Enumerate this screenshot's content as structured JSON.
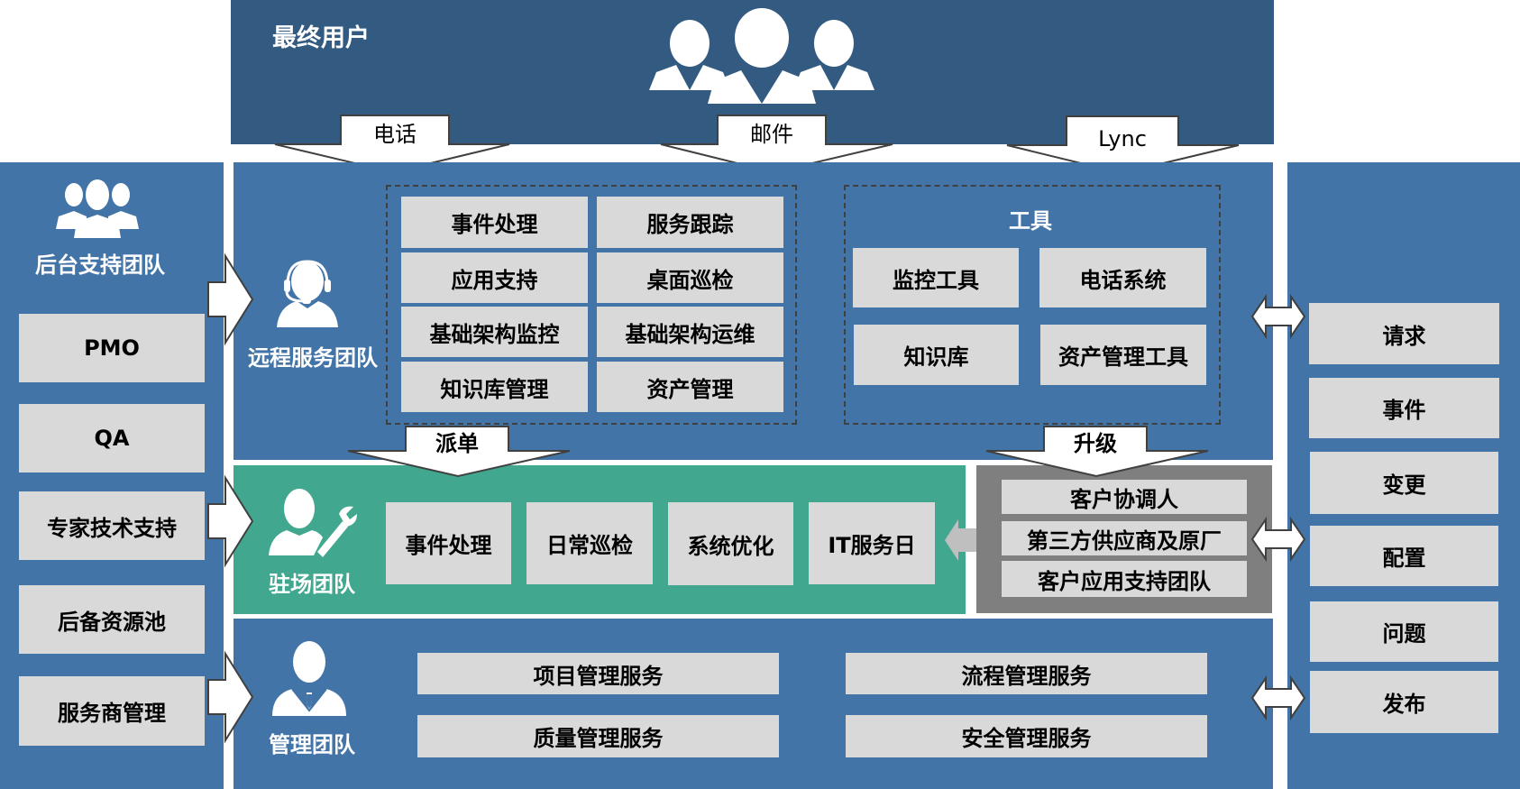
{
  "end_users": {
    "title": "最终用户",
    "icon": "users-group-icon"
  },
  "channels": [
    {
      "label": "电话"
    },
    {
      "label": "邮件"
    },
    {
      "label": "Lync"
    }
  ],
  "backend_team": {
    "title": "后台支持团队",
    "icon": "team-icon",
    "items": [
      "PMO",
      "QA",
      "专家技术支持",
      "后备资源池",
      "服务商管理"
    ]
  },
  "remote_team": {
    "title": "远程服务团队",
    "icon": "headset-agent-icon",
    "services": [
      "事件处理",
      "服务跟踪",
      "应用支持",
      "桌面巡检",
      "基础架构监控",
      "基础架构运维",
      "知识库管理",
      "资产管理"
    ],
    "tools": {
      "title": "工具",
      "items": [
        "监控工具",
        "电话系统",
        "知识库",
        "资产管理工具"
      ]
    },
    "dispatch_label": "派单",
    "escalate_label": "升级"
  },
  "onsite_team": {
    "title": "驻场团队",
    "icon": "engineer-wrench-icon",
    "services": [
      "事件处理",
      "日常巡检",
      "系统优化",
      "IT服务日"
    ]
  },
  "customer_parties": [
    "客户协调人",
    "第三方供应商及原厂",
    "客户应用支持团队"
  ],
  "management_team": {
    "title": "管理团队",
    "icon": "manager-icon",
    "services": [
      "项目管理服务",
      "流程管理服务",
      "质量管理服务",
      "安全管理服务"
    ]
  },
  "processes": [
    "请求",
    "事件",
    "变更",
    "配置",
    "问题",
    "发布"
  ],
  "colors": {
    "dark_blue": "#335a80",
    "blue": "#4274a8",
    "teal": "#41a78f",
    "gray_panel": "#7f7f7f",
    "box_gray": "#d9d9d9"
  }
}
